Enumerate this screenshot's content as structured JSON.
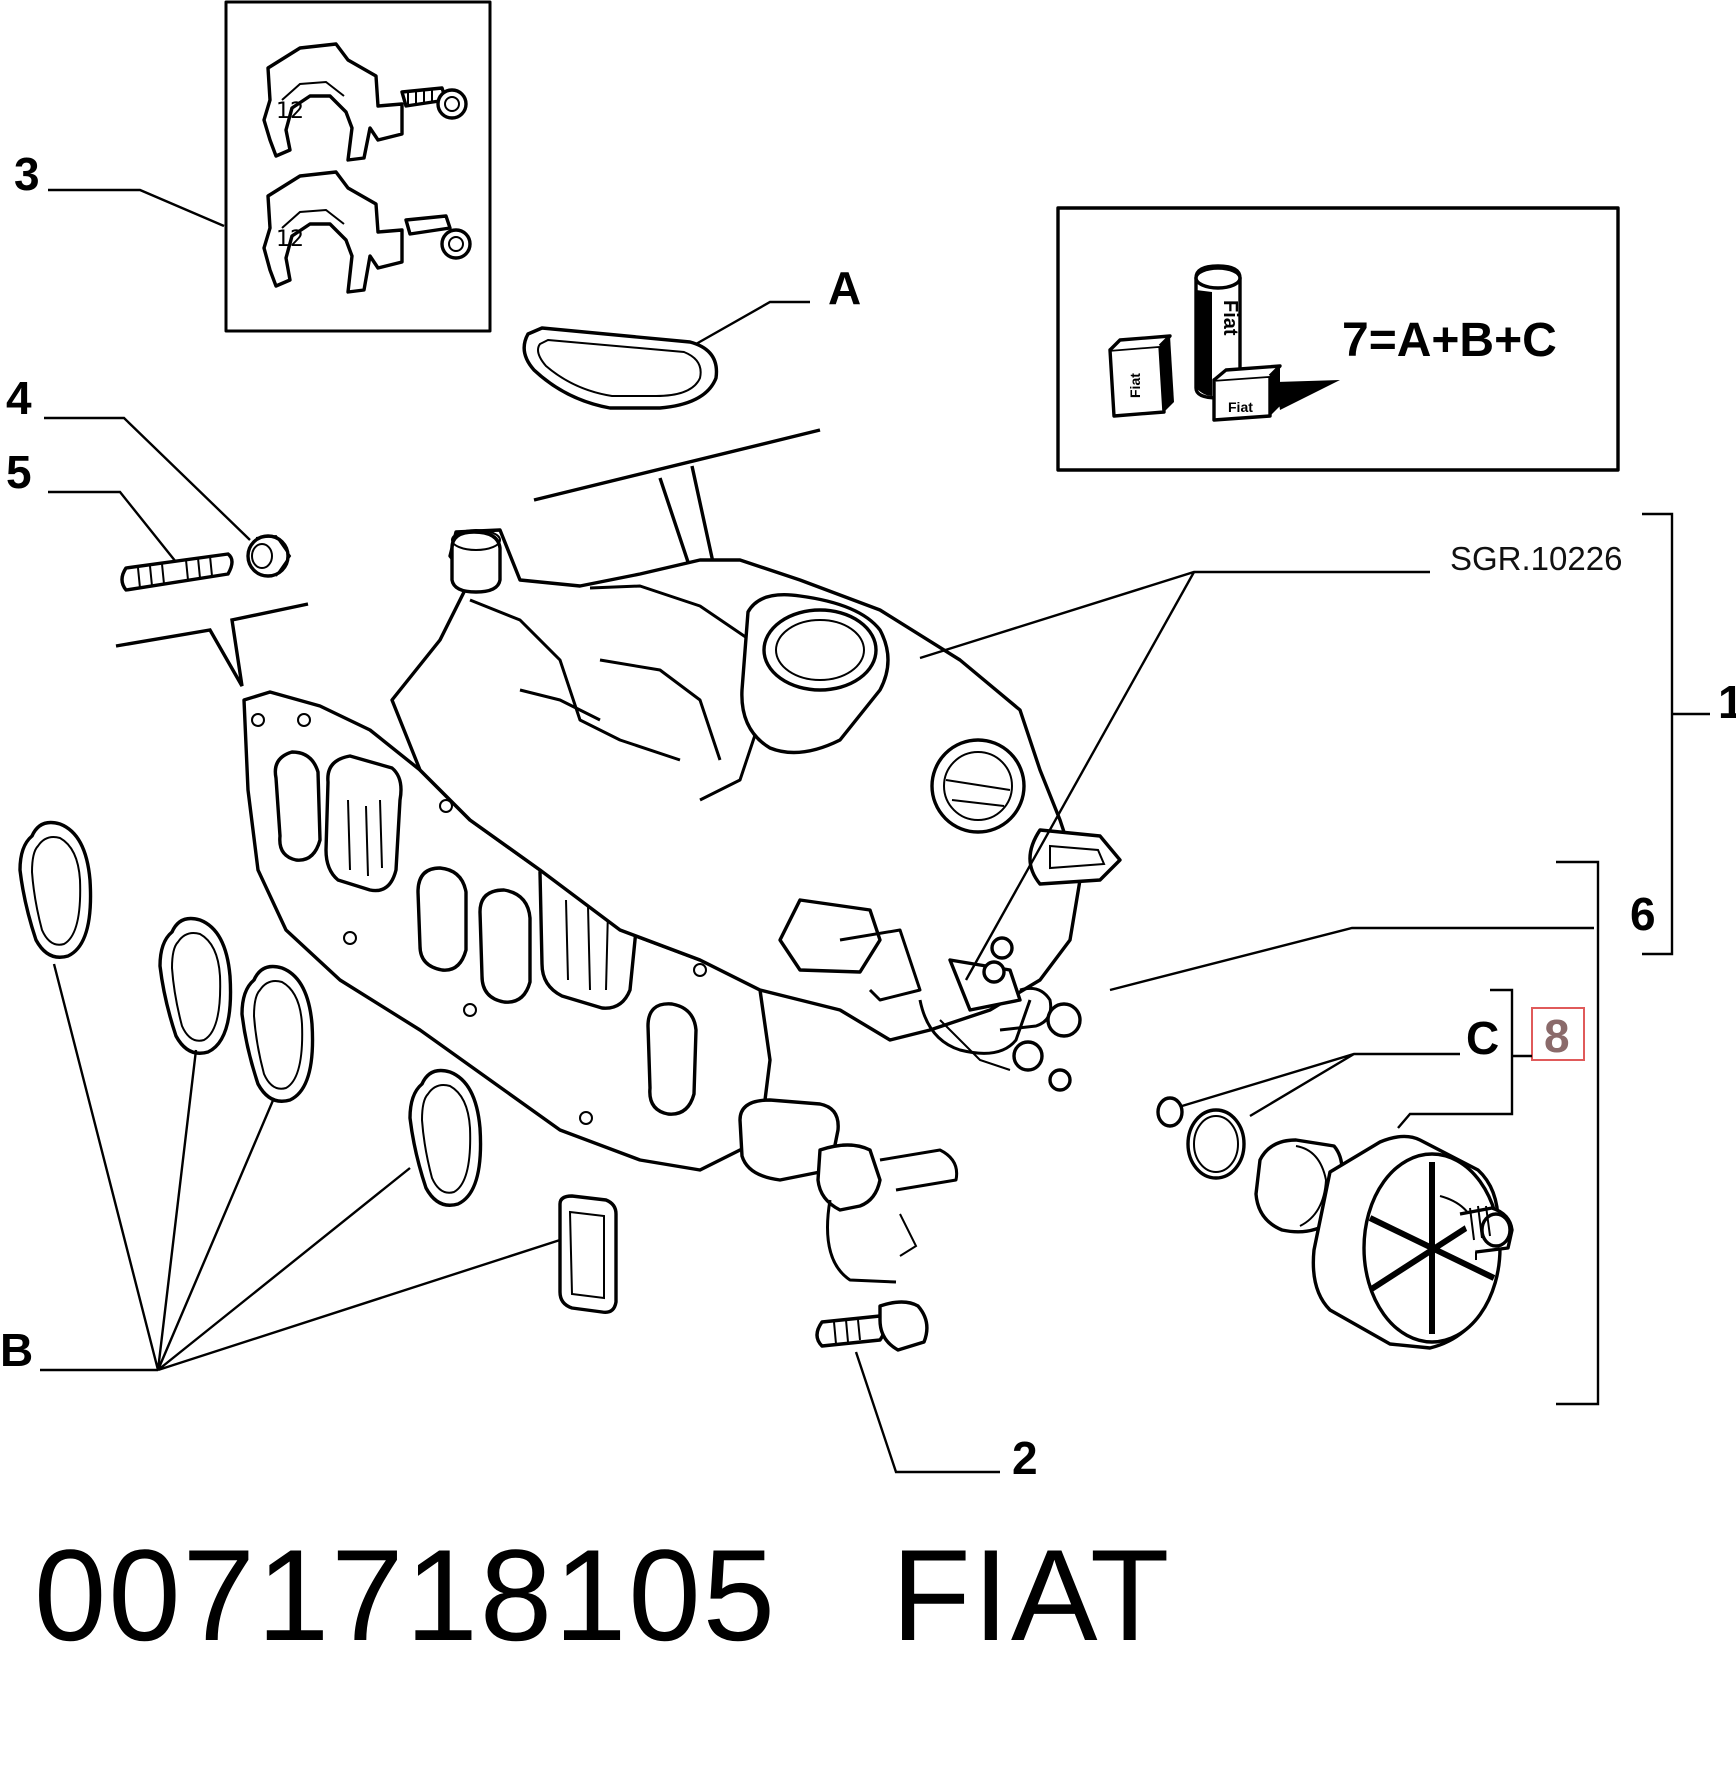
{
  "callouts": {
    "c1": "1",
    "c2": "2",
    "c3": "3",
    "c4": "4",
    "c5": "5",
    "c6": "6",
    "c8": "8",
    "cA": "A",
    "cB": "B",
    "cC": "C"
  },
  "reference_code": "SGR.10226",
  "kit_formula": "7=A+B+C",
  "kit_box_labels": [
    "Fiat",
    "Fiat",
    "Fiat"
  ],
  "footer": {
    "part_number": "0071718105",
    "brand": "FIAT"
  },
  "highlight_color": "#e05a5a"
}
